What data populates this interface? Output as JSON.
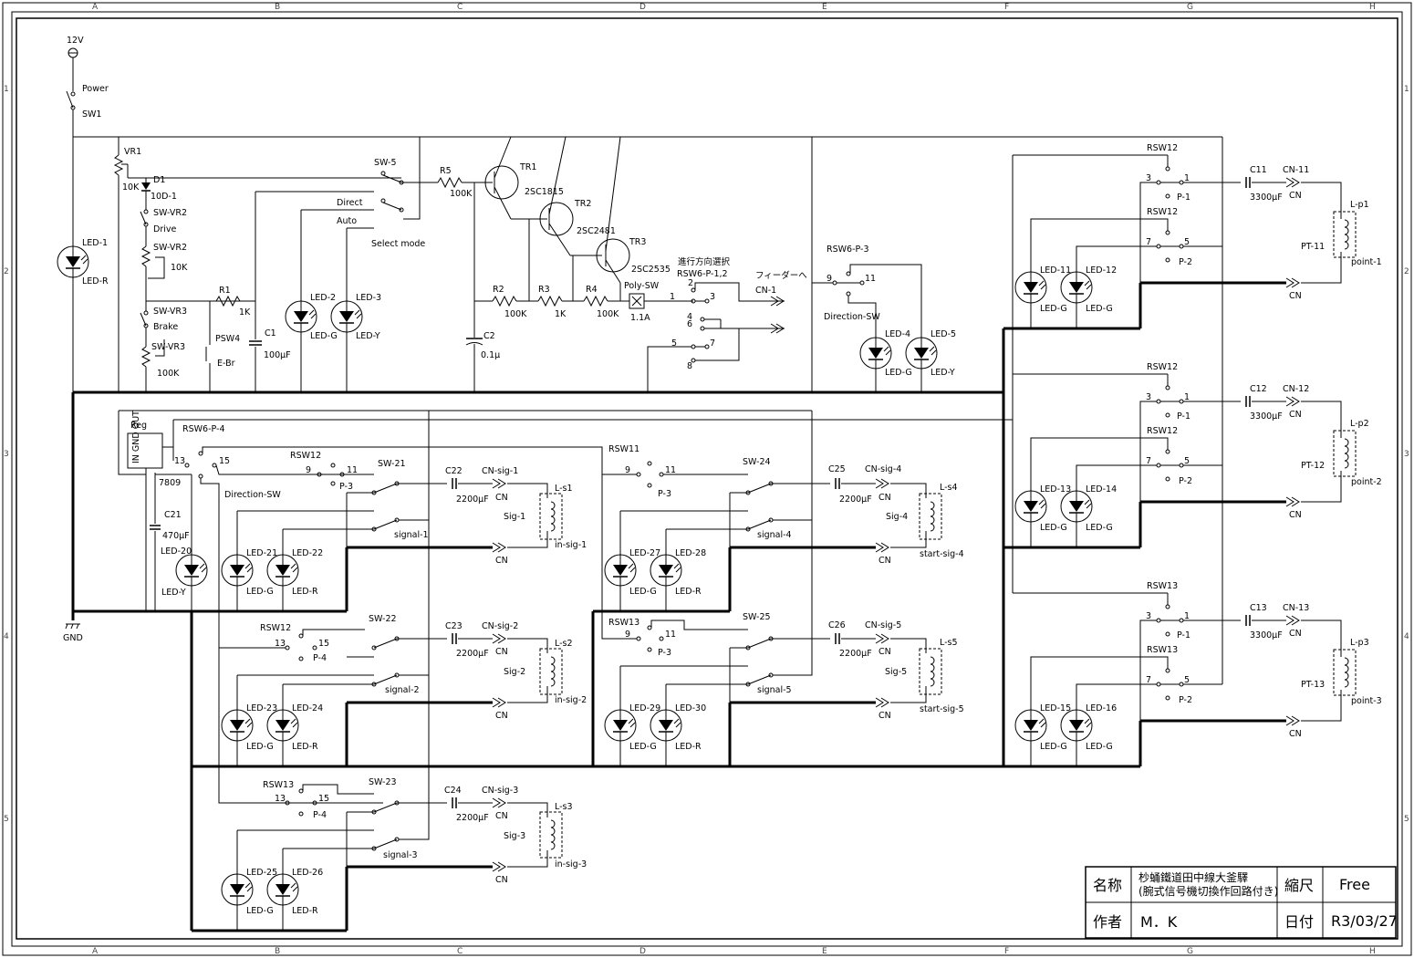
{
  "grid": {
    "columns": [
      "A",
      "B",
      "C",
      "D",
      "E",
      "F",
      "G",
      "H"
    ],
    "rows": [
      "1",
      "2",
      "3",
      "4",
      "5"
    ]
  },
  "title_block": {
    "name_label": "名称",
    "name_line1": "杪蛹鐵道田中線大釜驛",
    "name_line2": "(腕式信号機切換作回路付き)",
    "scale_label": "縮尺",
    "scale_value": "Free",
    "author_label": "作者",
    "author_value": "M．K",
    "date_label": "日付",
    "date_value": "R3/03/27"
  },
  "labels": {
    "v12": "12V",
    "power": "Power",
    "sw1": "SW1",
    "vr1": "VR1",
    "vr1_val": "10K",
    "d1": "D1",
    "d1_val": "10D-1",
    "swvr2a": "SW-VR2",
    "drive": "Drive",
    "swvr2b": "SW-VR2",
    "swvr2_val": "10K",
    "swvr3a": "SW-VR3",
    "brake": "Brake",
    "swvr3b": "SW-VR3",
    "swvr3_val": "100K",
    "psw4": "PSW4",
    "ebr": "E-Br",
    "r1": "R1",
    "r1_val": "1K",
    "c1": "C1",
    "c1_val": "100μF",
    "led1": "LED-1",
    "led1c": "LED-R",
    "led2": "LED-2",
    "led2c": "LED-G",
    "led3": "LED-3",
    "led3c": "LED-Y",
    "sw5": "SW-5",
    "direct": "Direct",
    "auto": "Auto",
    "select": "Select mode",
    "r5": "R5",
    "r5_val": "100K",
    "tr1": "TR1",
    "tr1_type": "2SC1815",
    "tr2": "TR2",
    "tr2_type": "2SC2481",
    "tr3": "TR3",
    "tr3_type": "2SC2535",
    "r2": "R2",
    "r2_val": "100K",
    "r3": "R3",
    "r3_val": "1K",
    "r4": "R4",
    "r4_val": "100K",
    "c2": "C2",
    "c2_val": "0.1μ",
    "poly": "Poly-SW",
    "poly_val": "1.1A",
    "dir_sel": "進行方向選択",
    "rsw6p12": "RSW6-P-1,2",
    "cn1": "CN-1",
    "feeder": "フィーダーへ",
    "rsw6p3": "RSW6-P-3",
    "dirsw": "Direction-SW",
    "led4": "LED-4",
    "led4c": "LED-G",
    "led5": "LED-5",
    "led5c": "LED-Y",
    "gnd": "GND",
    "reg": "Reg",
    "reg_pins": "IN GND OUT",
    "r7809": "7809",
    "c21": "C21",
    "c21_val": "470μF",
    "led20": "LED-20",
    "led20c": "LED-Y",
    "rsw6p4": "RSW6-P-4",
    "dirsw2": "Direction-SW",
    "rsw12": "RSW12",
    "rsw13": "RSW13",
    "rsw11": "RSW11",
    "p3": "P-3",
    "p4": "P-4",
    "sw21": "SW-21",
    "sw22": "SW-22",
    "sw23": "SW-23",
    "sw24": "SW-24",
    "sw25": "SW-25",
    "sig1": "signal-1",
    "sig2": "signal-2",
    "sig3": "signal-3",
    "sig4": "signal-4",
    "sig5": "signal-5",
    "c22": "C22",
    "c23": "C23",
    "c24": "C24",
    "c25": "C25",
    "c26": "C26",
    "cap2200": "2200μF",
    "cnsig1": "CN-sig-1",
    "cnsig2": "CN-sig-2",
    "cnsig3": "CN-sig-3",
    "cnsig4": "CN-sig-4",
    "cnsig5": "CN-sig-5",
    "cn": "CN",
    "ls1": "L-s1",
    "ls2": "L-s2",
    "ls3": "L-s3",
    "ls4": "L-s4",
    "ls5": "L-s5",
    "s1": "Sig-1",
    "s2": "Sig-2",
    "s3": "Sig-3",
    "s4": "Sig-4",
    "s5": "Sig-5",
    "insig1": "in-sig-1",
    "insig2": "in-sig-2",
    "insig3": "in-sig-3",
    "startsig4": "start-sig-4",
    "startsig5": "start-sig-5",
    "led21": "LED-21",
    "led22": "LED-22",
    "led23": "LED-23",
    "led24": "LED-24",
    "led25": "LED-25",
    "led26": "LED-26",
    "led27": "LED-27",
    "led28": "LED-28",
    "led29": "LED-29",
    "led30": "LED-30",
    "ledG": "LED-G",
    "ledR": "LED-R",
    "p1": "P-1",
    "p2": "P-2",
    "c11": "C11",
    "c12": "C12",
    "c13": "C13",
    "cap3300": "3300μF",
    "cn11": "CN-11",
    "cn12": "CN-12",
    "cn13": "CN-13",
    "lp1": "L-p1",
    "lp2": "L-p2",
    "lp3": "L-p3",
    "pt11": "PT-11",
    "pt12": "PT-12",
    "pt13": "PT-13",
    "point1": "point-1",
    "point2": "point-2",
    "point3": "point-3",
    "led11": "LED-11",
    "led12": "LED-12",
    "led13": "LED-13",
    "led14": "LED-14",
    "led15": "LED-15",
    "led16": "LED-16"
  }
}
